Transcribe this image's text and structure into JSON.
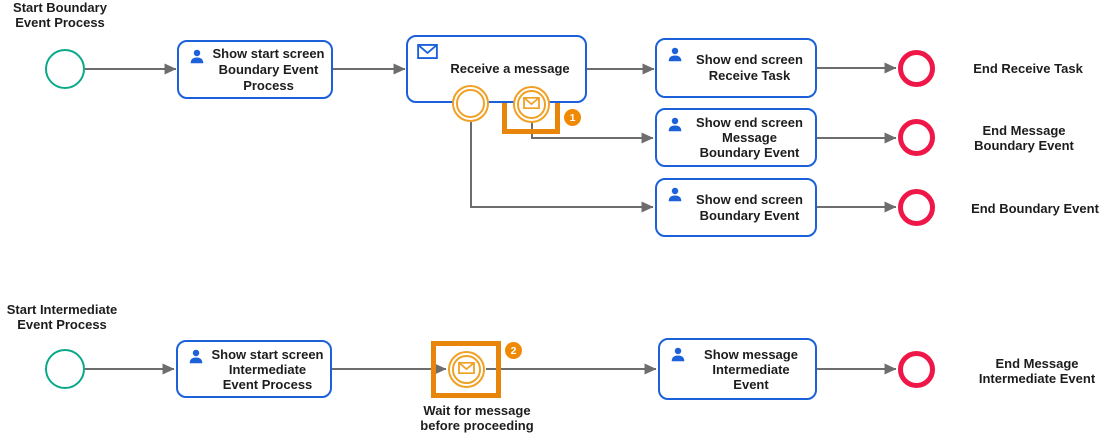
{
  "colors": {
    "task_border": "#1C61D9",
    "icon_blue": "#1C61D9",
    "start_event": "#0BA98A",
    "end_event": "#EE1747",
    "event_orange": "#F0A125",
    "highlight_orange": "#E8860C",
    "badge_orange": "#F08A05",
    "connector_gray": "#6D6D6D",
    "text_dark": "#1D1D1D",
    "background": "#FFFFFF"
  },
  "icons": {
    "task_user": "user-icon",
    "task_message": "envelope-icon",
    "event_message": "envelope-icon"
  },
  "boundary_process": {
    "start_label": [
      "Start Boundary",
      "Event Process"
    ],
    "task_show_start": [
      "Show start screen",
      "Boundary Event",
      "Process"
    ],
    "task_receive_message": [
      "Receive a message"
    ],
    "task_show_end_receive": [
      "Show end screen",
      "Receive Task"
    ],
    "task_show_end_message_boundary": [
      "Show end screen",
      "Message",
      "Boundary Event"
    ],
    "task_show_end_boundary": [
      "Show end screen",
      "Boundary Event"
    ],
    "end_receive_label": [
      "End Receive Task"
    ],
    "end_message_boundary_label": [
      "End Message",
      "Boundary Event"
    ],
    "end_boundary_label": [
      "End Boundary Event"
    ],
    "callout_badge": "1"
  },
  "intermediate_process": {
    "start_label": [
      "Start Intermediate",
      "Event Process"
    ],
    "task_show_start": [
      "Show start screen",
      "Intermediate",
      "Event Process"
    ],
    "wait_event_label": [
      "Wait for message",
      "before proceeding"
    ],
    "task_show_message": [
      "Show message",
      "Intermediate",
      "Event"
    ],
    "end_message_intermediate_label": [
      "End Message",
      "Intermediate Event"
    ],
    "callout_badge": "2"
  }
}
